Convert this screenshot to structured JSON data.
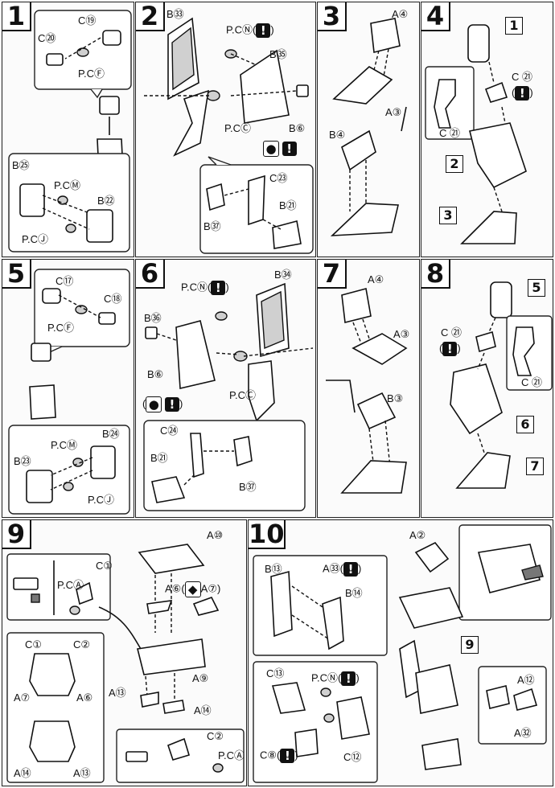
{
  "steps": [
    "1",
    "2",
    "3",
    "4",
    "5",
    "6",
    "7",
    "8",
    "9",
    "10"
  ],
  "step1": {
    "c19": "C⑲",
    "c20": "C⑳",
    "pcf": "P.CⒻ",
    "b25": "B㉕",
    "pcm": "P.CⓂ",
    "b22": "B㉒",
    "pcj": "P.CⒿ"
  },
  "step2": {
    "b33": "B㉝",
    "pcn": "P.CⓃ(",
    "b35": "B㉟",
    "pcc": "P.CⒸ",
    "b6": "B⑥",
    "c23": "C㉓",
    "b21": "B㉑",
    "b37": "B㊲"
  },
  "step3": {
    "a4": "A④",
    "a3": "A③",
    "b4": "B④"
  },
  "step4": {
    "ref1": "1",
    "ref2": "2",
    "ref3": "3",
    "c21a": "C ㉑",
    "c21b": "C ㉑"
  },
  "step5": {
    "c17": "C⑰",
    "c18": "C⑱",
    "pcf": "P.CⒻ",
    "b24": "B㉔",
    "pcm": "P.CⓂ",
    "b23": "B㉓",
    "pcj": "P.CⒿ"
  },
  "step6": {
    "b34": "B㉞",
    "pcn": "P.CⓃ(",
    "b36": "B㊱",
    "pcc": "P.CⒸ",
    "b6": "B⑥",
    "c24": "C㉔",
    "b21": "B㉑",
    "b37": "B㊲"
  },
  "step7": {
    "a4": "A④",
    "a3": "A③",
    "b3": "B③"
  },
  "step8": {
    "ref5": "5",
    "ref6": "6",
    "ref7": "7",
    "c21a": "C ㉑",
    "c21b": "C ㉑"
  },
  "step9": {
    "a10": "A⑩",
    "c1": "C①",
    "pca": "P.CⒶ",
    "a6a7": "A⑥(",
    "a7": "A⑦)",
    "c1b": "C①",
    "c2": "C②",
    "a7b": "A⑦",
    "a6": "A⑥",
    "a9": "A⑨",
    "a13": "A⑬",
    "a14": "A⑭",
    "a14b": "A⑭",
    "a13b": "A⑬",
    "c2b": "C②",
    "pcab": "P.CⒶ"
  },
  "step10": {
    "a2": "A②",
    "b13": "B⑬",
    "a33": "A㉝(",
    "b14": "B⑭",
    "ref9": "9",
    "c13": "C⑬",
    "pcn": "P.CⓃ(",
    "c8": "C⑧(",
    "c12": "C⑫",
    "a12": "A⑫",
    "a32": "A㉜"
  },
  "warn": "!",
  "close_paren": ")"
}
